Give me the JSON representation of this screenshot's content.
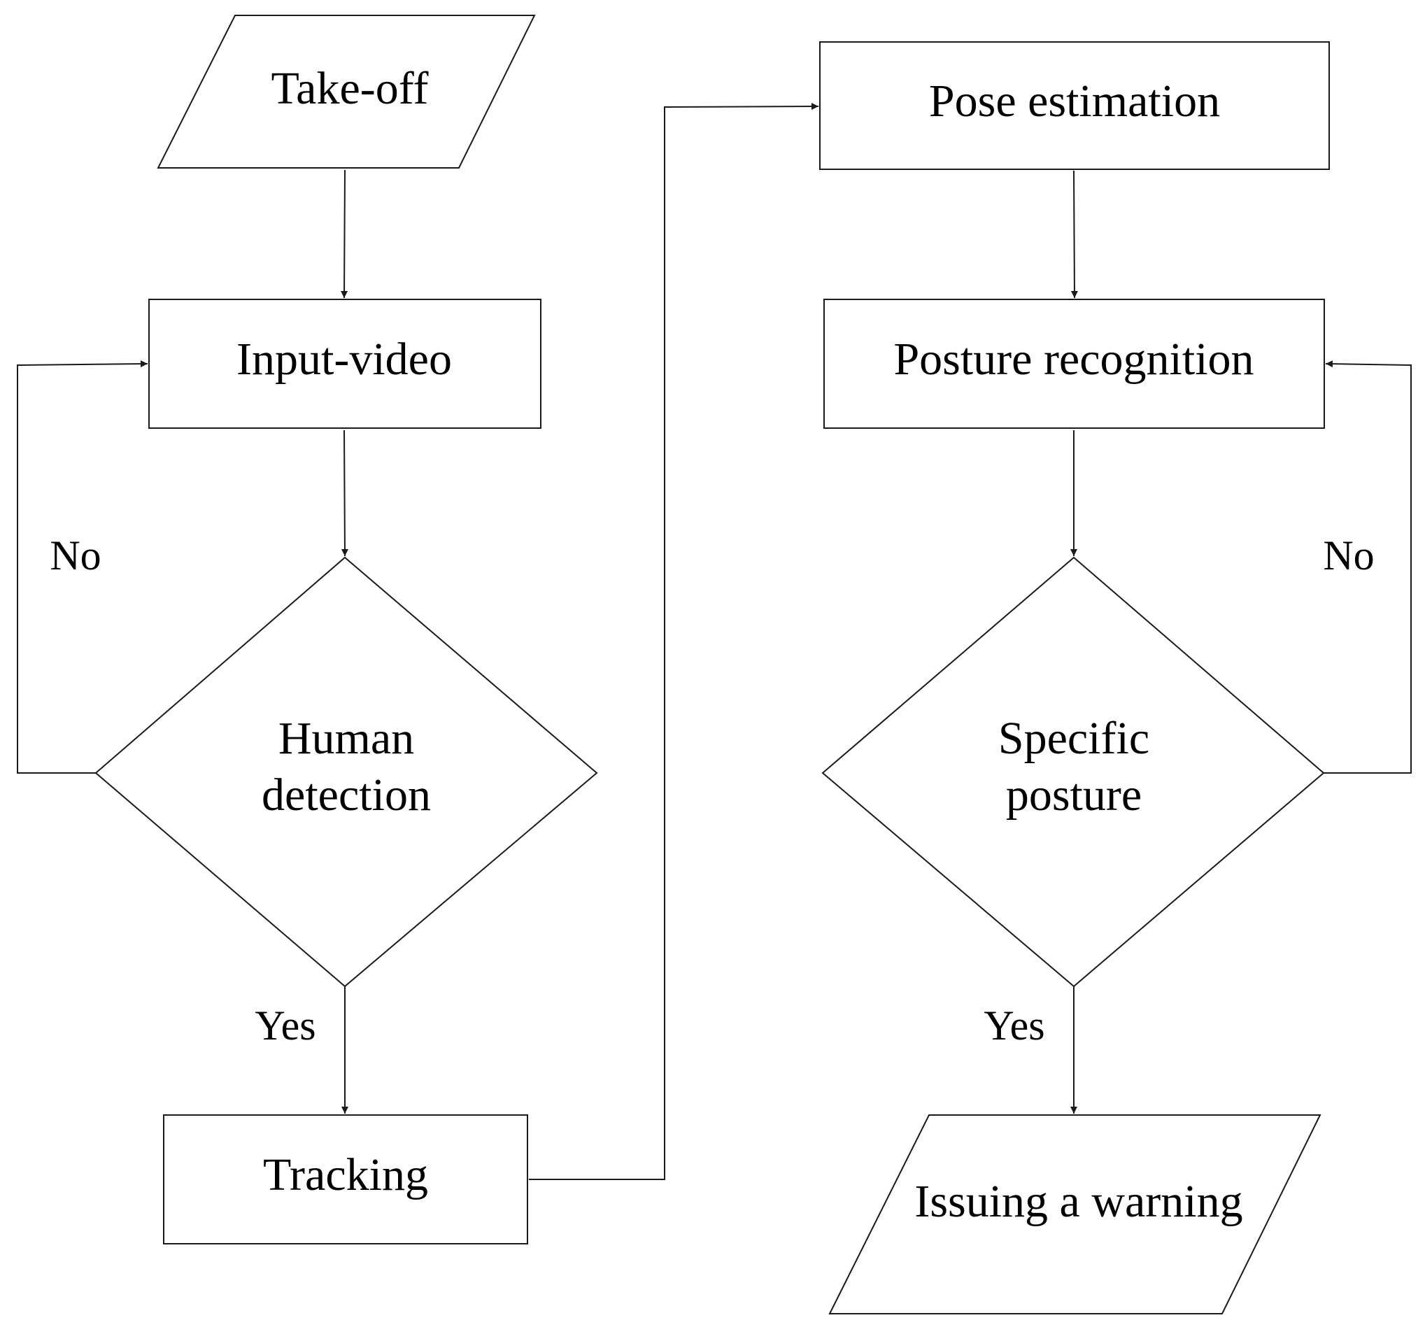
{
  "nodes": {
    "take_off": "Take-off",
    "input_video": "Input-video",
    "human_detection": [
      "Human",
      "detection"
    ],
    "tracking": "Tracking",
    "pose_estimation": "Pose estimation",
    "posture_recognition": "Posture recognition",
    "specific_posture": [
      "Specific",
      "posture"
    ],
    "issuing_warning": "Issuing a warning"
  },
  "edge_labels": {
    "human_detection_no": "No",
    "human_detection_yes": "Yes",
    "specific_posture_no": "No",
    "specific_posture_yes": "Yes"
  },
  "colors": {
    "stroke": "#1a1a1a",
    "text": "#000000",
    "background": "#ffffff"
  }
}
